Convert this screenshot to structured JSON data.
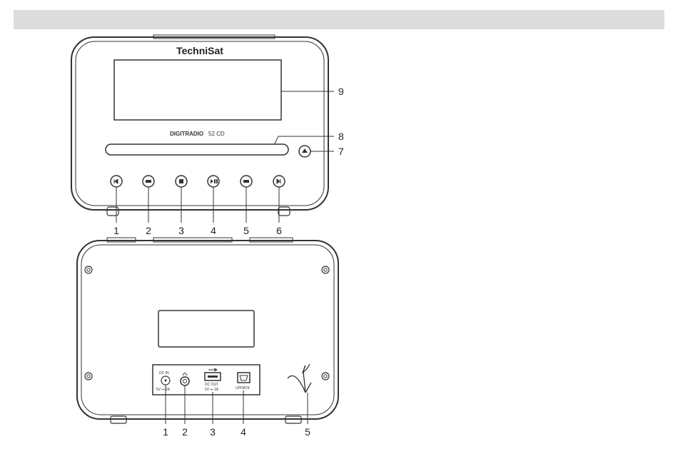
{
  "front": {
    "brand": "TechniSat",
    "model_name": "DIGITRADIO",
    "model_number": "52 CD",
    "callouts": [
      "9",
      "8",
      "7"
    ],
    "button_numbers": [
      "1",
      "2",
      "3",
      "4",
      "5",
      "6"
    ]
  },
  "back": {
    "dc_in_label": "DC IN",
    "dc_in_spec": "5V ⎓ 2A",
    "usb_label": "DC OUT",
    "usb_spec": "5V ⎓ 1A",
    "update_label": "UPDATE",
    "connector_numbers": [
      "1",
      "2",
      "3",
      "4",
      "5"
    ]
  }
}
